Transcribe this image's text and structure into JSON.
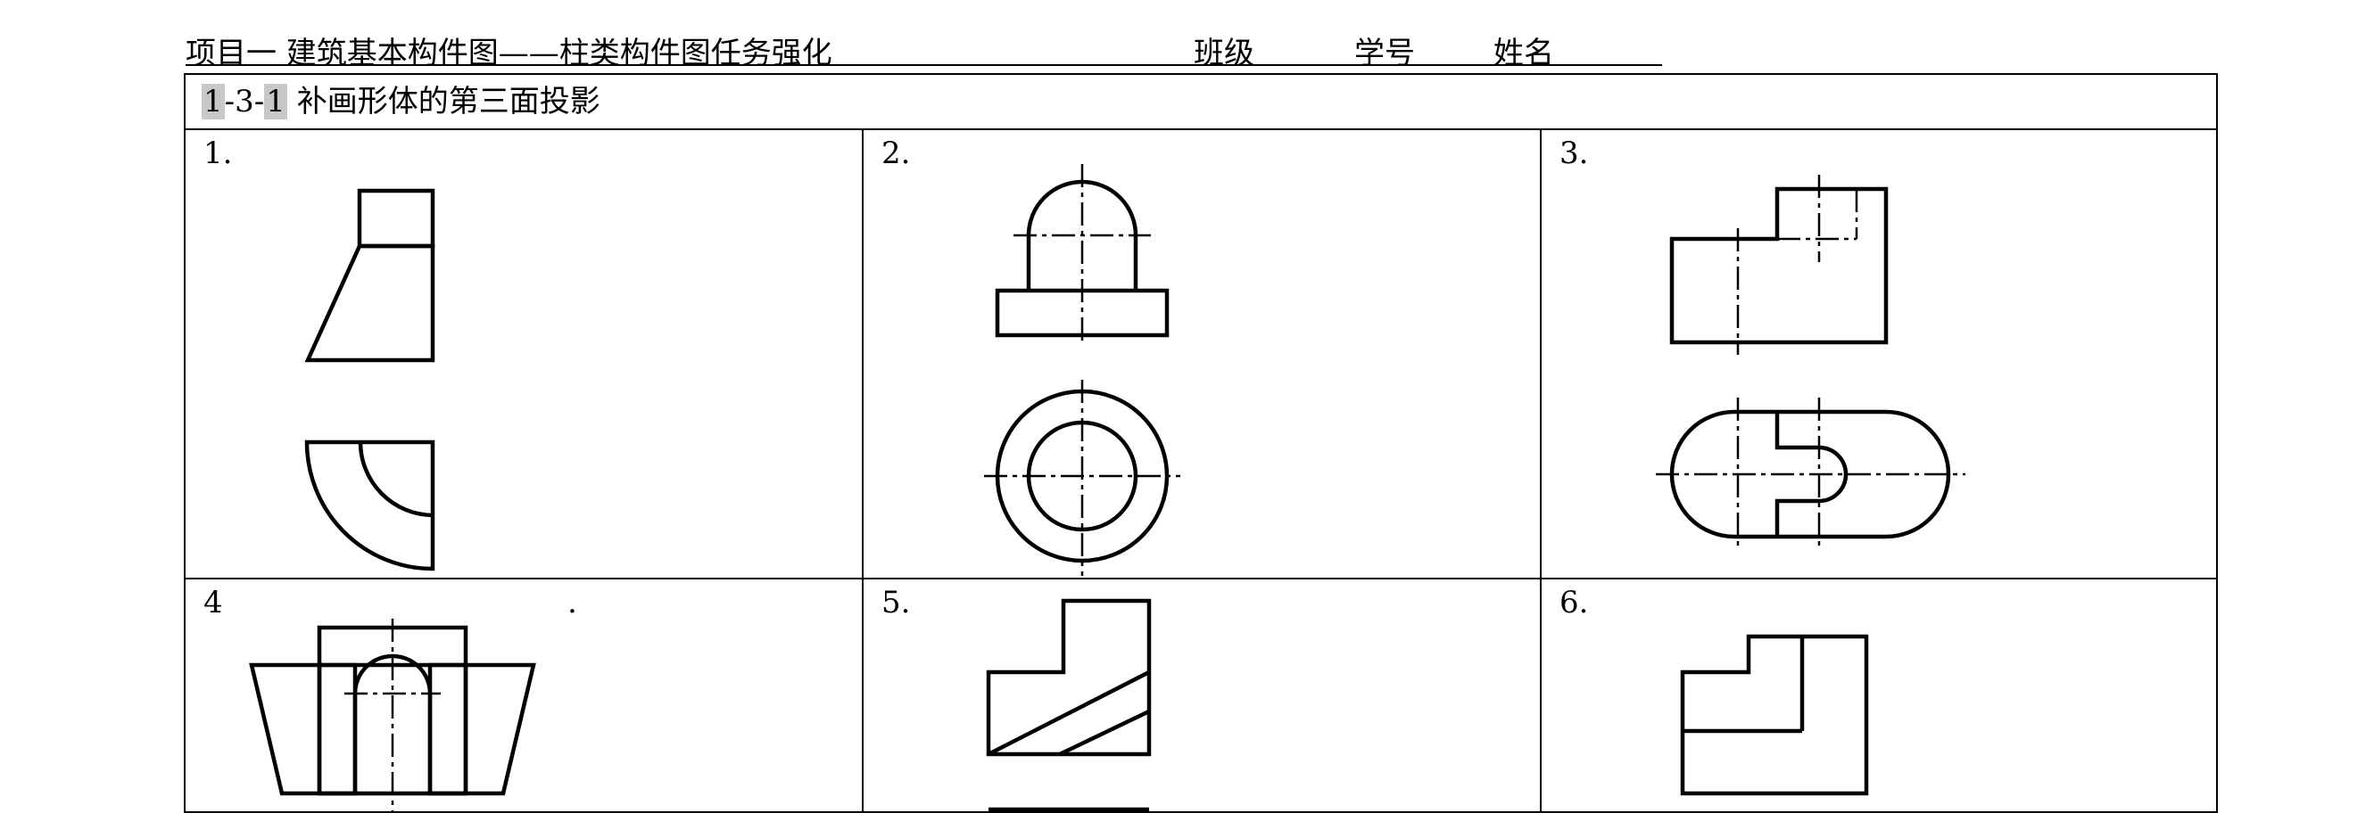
{
  "header": {
    "project": "项目一  建筑基本构件图——柱类构件图任务强化",
    "class_label": "班级",
    "student_id_label": "学号",
    "name_label": "姓名"
  },
  "exercise": {
    "code_a": "1",
    "code_sep": "-3-",
    "code_b": "1",
    "title": "补画形体的第三面投影"
  },
  "problems": [
    {
      "number": "1."
    },
    {
      "number": "2."
    },
    {
      "number": "3."
    },
    {
      "number": "4",
      "trailing_dot": "."
    },
    {
      "number": "5."
    },
    {
      "number": "6."
    }
  ]
}
